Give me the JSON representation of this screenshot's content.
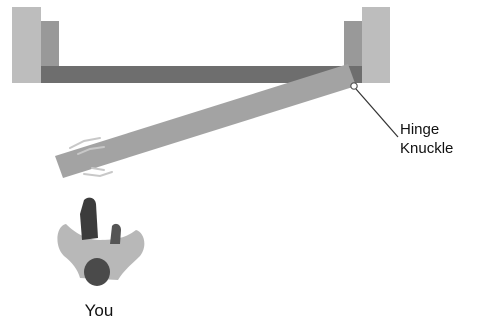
{
  "labels": {
    "hinge_line1": "Hinge",
    "hinge_line2": "Knuckle",
    "person": "You"
  },
  "colors": {
    "wall": "#bdbdbd",
    "jamb": "#999999",
    "frame_bar": "#6e6e6e",
    "door": "#a3a3a3",
    "person_body": "#b8b8b8",
    "person_dark": "#3c3c3c",
    "swing_lines": "#c8c8c8"
  }
}
